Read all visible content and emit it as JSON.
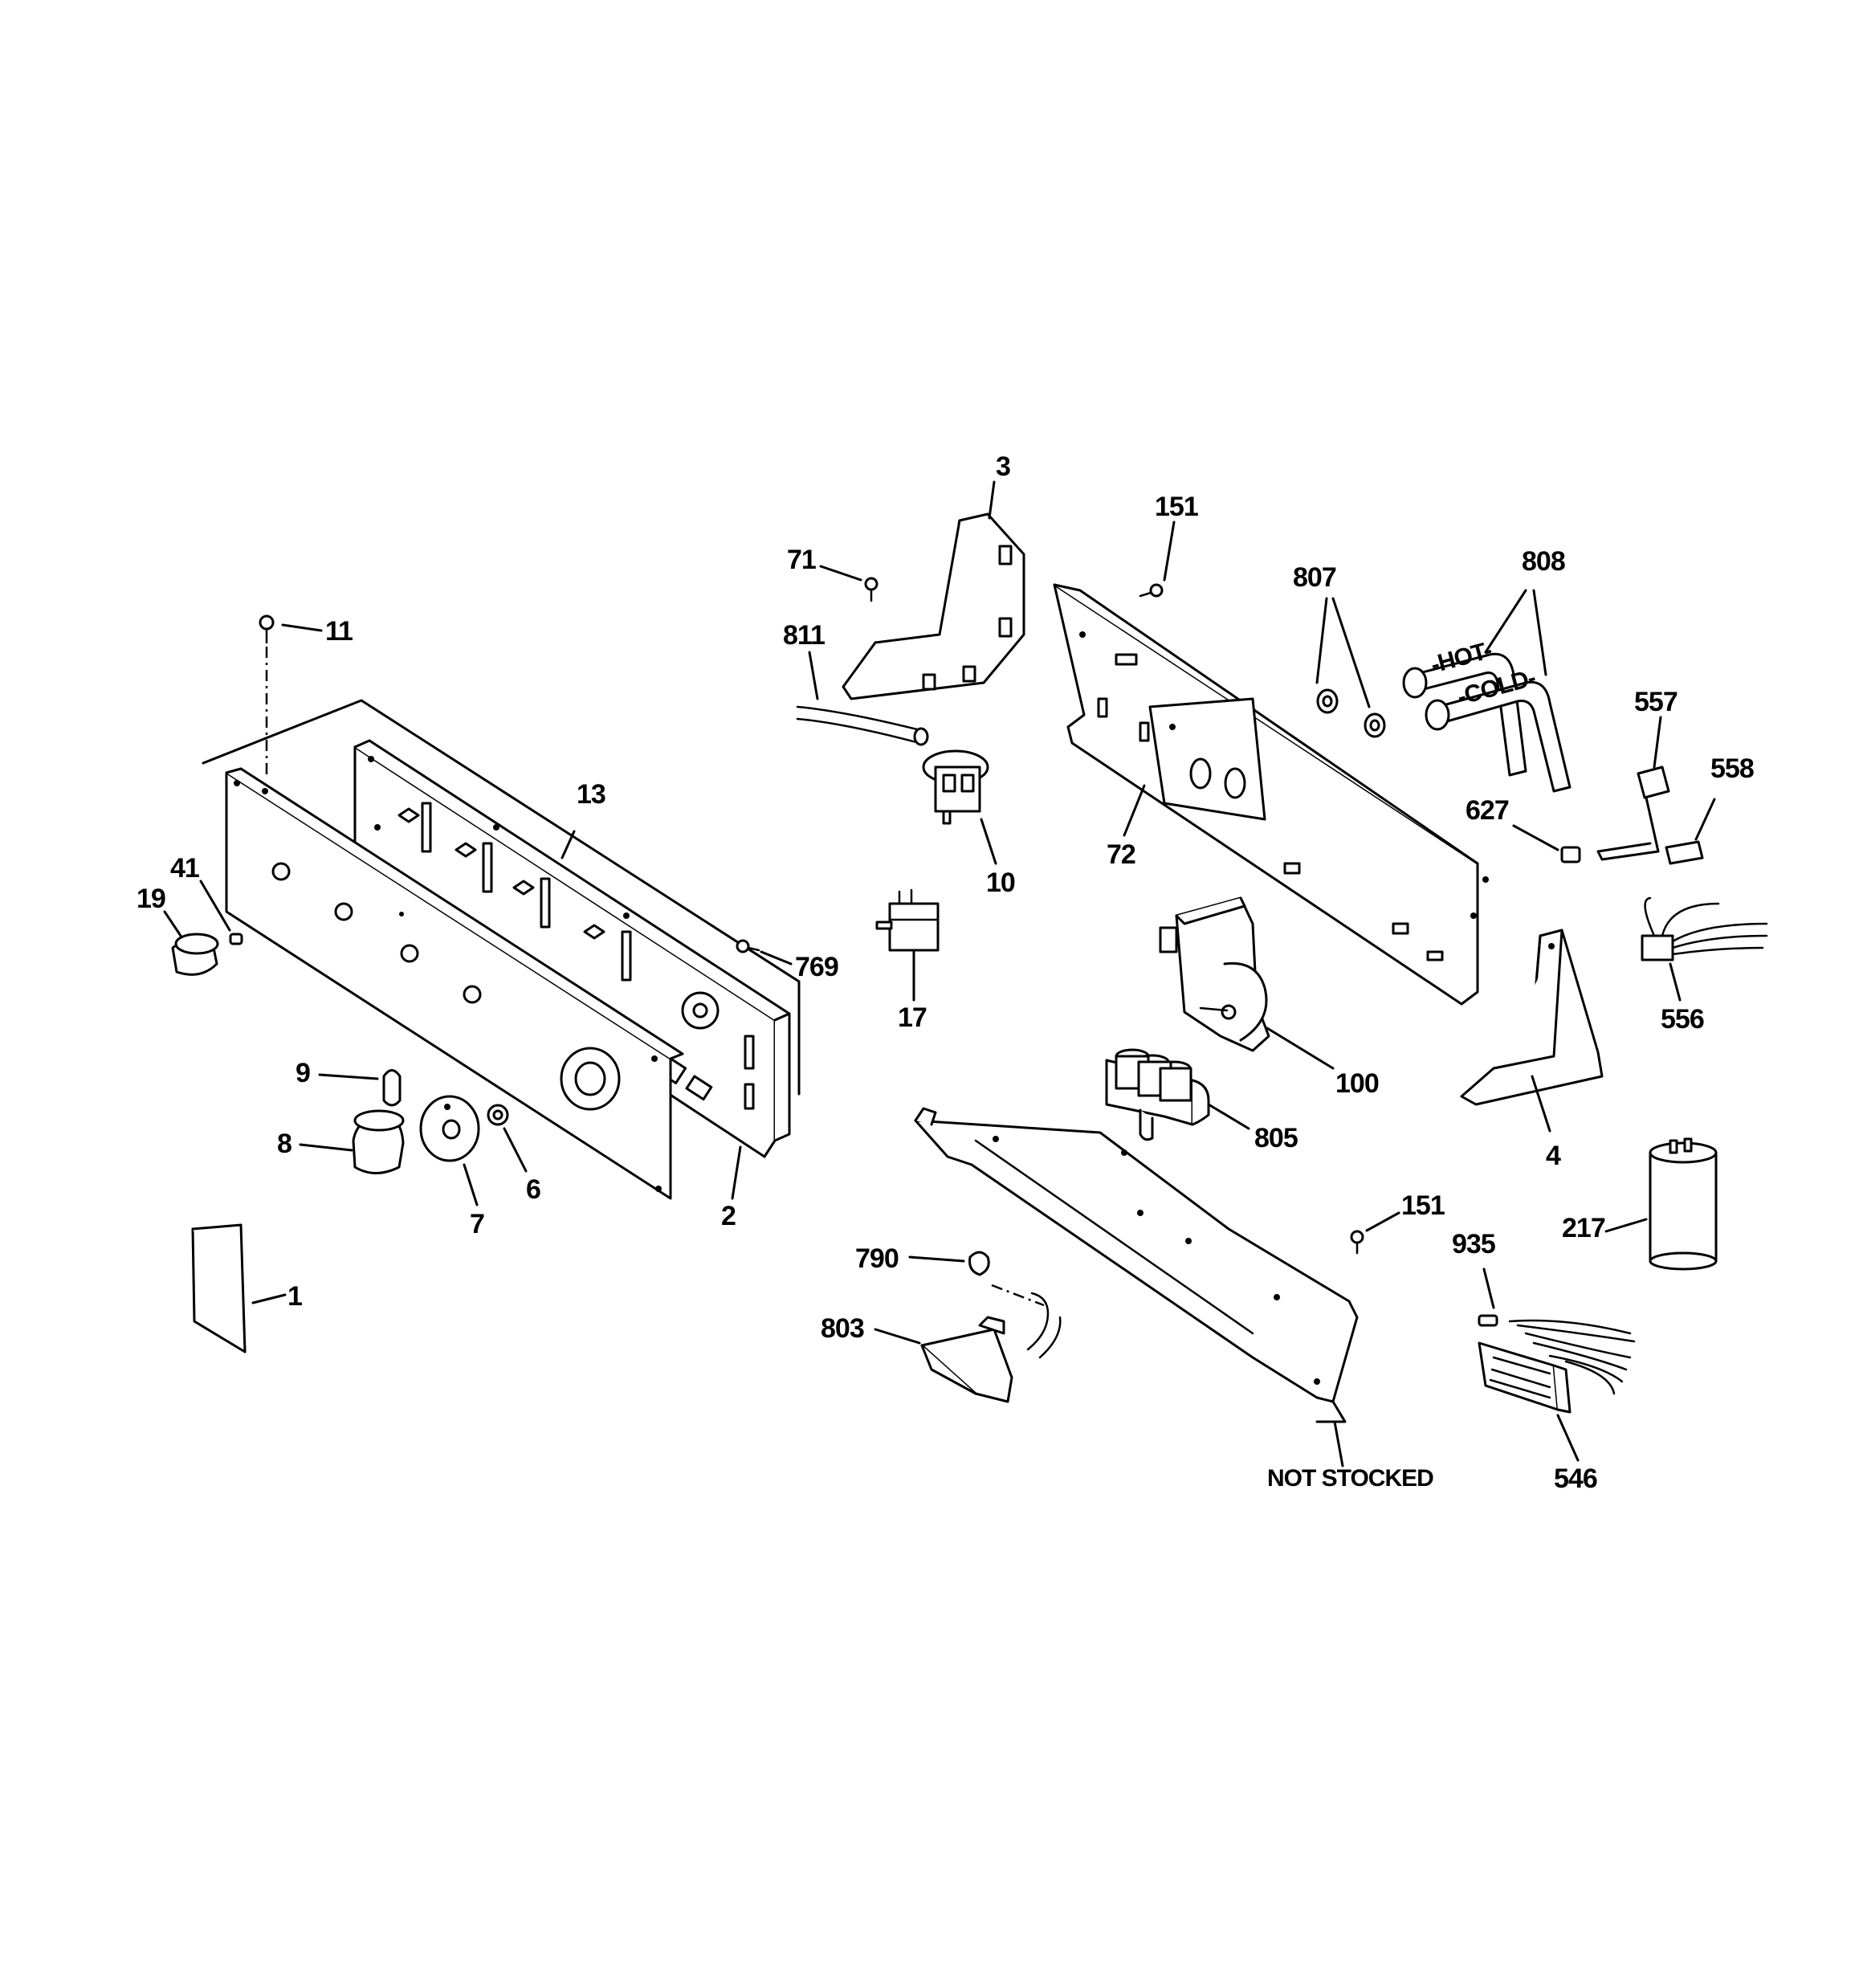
{
  "callouts": {
    "c1": "1",
    "c2": "2",
    "c3": "3",
    "c4": "4",
    "c6": "6",
    "c7": "7",
    "c8": "8",
    "c9": "9",
    "c10": "10",
    "c11": "11",
    "c13": "13",
    "c17": "17",
    "c19": "19",
    "c41": "41",
    "c71": "71",
    "c72": "72",
    "c100": "100",
    "c151a": "151",
    "c151b": "151",
    "c217": "217",
    "c546": "546",
    "c556": "556",
    "c557": "557",
    "c558": "558",
    "c627": "627",
    "c769": "769",
    "c790": "790",
    "c803": "803",
    "c805": "805",
    "c807": "807",
    "c808": "808",
    "c811": "811",
    "c935": "935"
  },
  "notes": {
    "not_stocked": "NOT STOCKED"
  },
  "hose_labels": {
    "hot": "-HOT-",
    "cold": "-COLD-"
  }
}
